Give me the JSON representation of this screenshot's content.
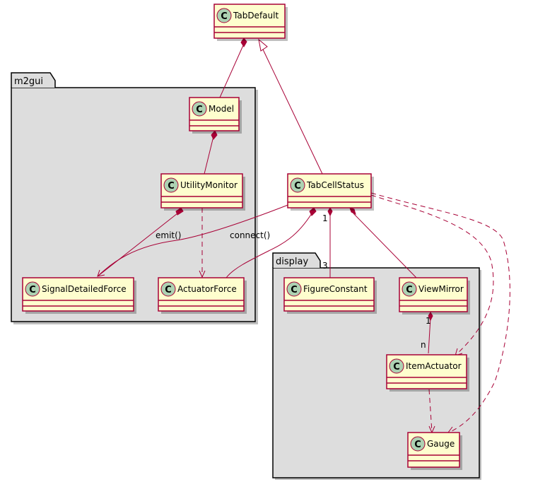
{
  "diagram": {
    "type": "uml-class-diagram",
    "packages": [
      {
        "id": "m2gui",
        "label": "m2gui"
      },
      {
        "id": "display",
        "label": "display"
      }
    ],
    "classes": [
      {
        "id": "TabDefault",
        "name": "TabDefault",
        "stereotype_icon": "C",
        "package": null
      },
      {
        "id": "Model",
        "name": "Model",
        "stereotype_icon": "C",
        "package": "m2gui"
      },
      {
        "id": "UtilityMonitor",
        "name": "UtilityMonitor",
        "stereotype_icon": "C",
        "package": "m2gui"
      },
      {
        "id": "SignalDetailedForce",
        "name": "SignalDetailedForce",
        "stereotype_icon": "C",
        "package": "m2gui"
      },
      {
        "id": "ActuatorForce",
        "name": "ActuatorForce",
        "stereotype_icon": "C",
        "package": "m2gui"
      },
      {
        "id": "TabCellStatus",
        "name": "TabCellStatus",
        "stereotype_icon": "C",
        "package": null
      },
      {
        "id": "FigureConstant",
        "name": "FigureConstant",
        "stereotype_icon": "C",
        "package": "display"
      },
      {
        "id": "ViewMirror",
        "name": "ViewMirror",
        "stereotype_icon": "C",
        "package": "display"
      },
      {
        "id": "ItemActuator",
        "name": "ItemActuator",
        "stereotype_icon": "C",
        "package": "display"
      },
      {
        "id": "Gauge",
        "name": "Gauge",
        "stereotype_icon": "C",
        "package": "display"
      }
    ],
    "relations": [
      {
        "from": "TabDefault",
        "to": "Model",
        "kind": "composition",
        "label": ""
      },
      {
        "from": "TabDefault",
        "to": "TabCellStatus",
        "kind": "inheritance",
        "label": ""
      },
      {
        "from": "Model",
        "to": "UtilityMonitor",
        "kind": "composition",
        "label": ""
      },
      {
        "from": "UtilityMonitor",
        "to": "SignalDetailedForce",
        "kind": "composition-navigable",
        "label": "emit()"
      },
      {
        "from": "UtilityMonitor",
        "to": "ActuatorForce",
        "kind": "dependency",
        "label": ""
      },
      {
        "from": "TabCellStatus",
        "to": "SignalDetailedForce",
        "kind": "association-navigable",
        "label": "connect()"
      },
      {
        "from": "TabCellStatus",
        "to": "ActuatorForce",
        "kind": "composition",
        "label": ""
      },
      {
        "from": "TabCellStatus",
        "to": "FigureConstant",
        "kind": "composition",
        "label": "",
        "from_mult": "1",
        "to_mult": "3"
      },
      {
        "from": "TabCellStatus",
        "to": "ViewMirror",
        "kind": "composition",
        "label": ""
      },
      {
        "from": "TabCellStatus",
        "to": "ItemActuator",
        "kind": "dependency",
        "label": ""
      },
      {
        "from": "TabCellStatus",
        "to": "Gauge",
        "kind": "dependency",
        "label": ""
      },
      {
        "from": "ViewMirror",
        "to": "ItemActuator",
        "kind": "composition",
        "label": "",
        "from_mult": "1",
        "to_mult": "n"
      },
      {
        "from": "ItemActuator",
        "to": "Gauge",
        "kind": "dependency",
        "label": ""
      }
    ],
    "colors": {
      "class_fill": "#fefece",
      "class_border": "#a80036",
      "package_fill": "#dddddd",
      "icon_fill": "#add1b2",
      "line": "#a80036"
    }
  }
}
